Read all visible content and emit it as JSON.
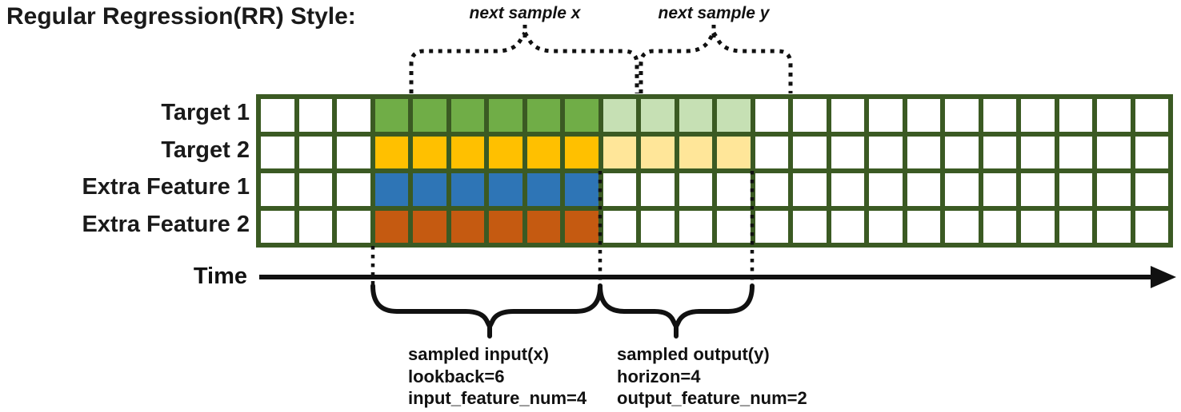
{
  "title": "Regular Regression(RR) Style:",
  "annotations": {
    "next_sample_x": "next sample x",
    "next_sample_y": "next sample y",
    "time_label": "Time"
  },
  "grid": {
    "columns": 24,
    "input_start": 3,
    "input_len": 6,
    "output_start": 9,
    "output_len": 4,
    "border_color": "#3B5A23",
    "empty_color": "#ffffff",
    "rows": [
      {
        "label": "Target 1",
        "input_color": "#70AD47",
        "output_color": "#C6E0B4"
      },
      {
        "label": "Target 2",
        "input_color": "#FFC000",
        "output_color": "#FFE699"
      },
      {
        "label": "Extra Feature 1",
        "input_color": "#2E75B6",
        "output_color": null
      },
      {
        "label": "Extra Feature 2",
        "input_color": "#C55A11",
        "output_color": null
      }
    ]
  },
  "sampled_input": {
    "line1": "sampled input(x)",
    "line2": "lookback=6",
    "line3": "input_feature_num=4"
  },
  "sampled_output": {
    "line1": "sampled output(y)",
    "line2": "horizon=4",
    "line3": "output_feature_num=2"
  }
}
